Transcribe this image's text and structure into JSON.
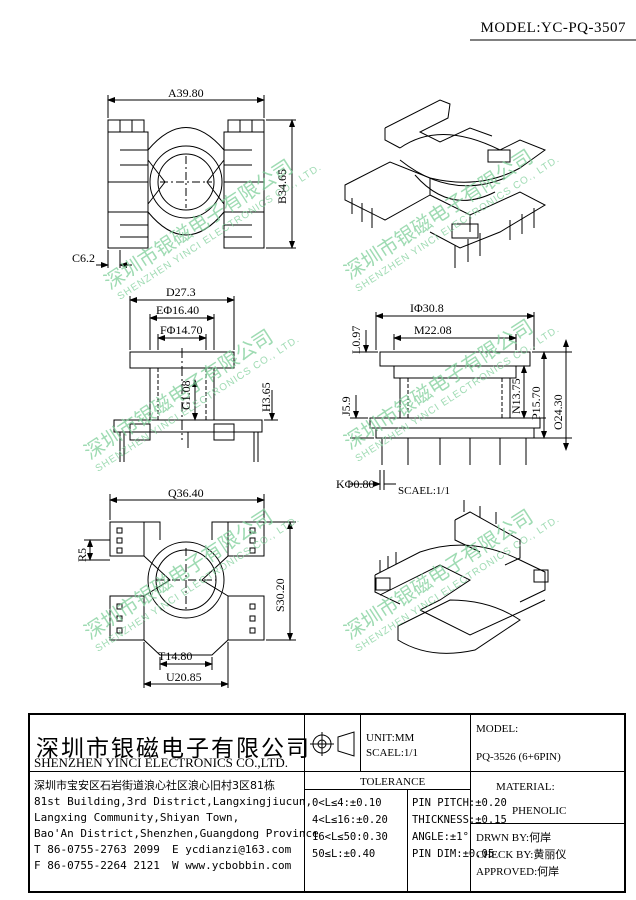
{
  "model_label": "MODEL:YC-PQ-3507",
  "watermark": {
    "cn": "深圳市银磁电子有限公司",
    "en": "SHENZHEN YINCI ELECTRONICS CO., LTD."
  },
  "dims": {
    "top": {
      "width": "A39.80",
      "height": "B34.65",
      "pin": "C6.2"
    },
    "front": {
      "outer": "D27.3",
      "e": "EΦ16.40",
      "f": "FΦ14.70",
      "g": "G1.08",
      "h": "H3.65"
    },
    "side": {
      "i": "IΦ30.8",
      "m": "M22.08",
      "l": "L0.97",
      "j": "J5.9",
      "n": "N13.75",
      "p": "P15.70",
      "o": "O24.30",
      "k": "KΦ0.80",
      "scale": "SCAEL:1/1"
    },
    "bottom": {
      "q": "Q36.40",
      "r": "R5",
      "s": "S30.20",
      "t": "T14.80",
      "u": "U20.85"
    }
  },
  "title_block": {
    "company_cn": "深圳市银磁电子有限公司",
    "company_en": "SHENZHEN YINCI ELECTRONICS CO.,LTD.",
    "address_cn": "深圳市宝安区石岩街道浪心社区浪心旧村3区81栋",
    "address_en": [
      "81st Building,3rd District,Langxingjiucun,",
      "Langxing Community,Shiyan Town,",
      "Bao'An District,Shenzhen,Guangdong Province"
    ],
    "tel": "T 86-0755-2763 2099",
    "fax": "F 86-0755-2264 2121",
    "email": "E ycdianzi@163.com",
    "web": "W www.ycbobbin.com",
    "unit": "UNIT:MM",
    "scale": "SCAEL:1/1",
    "model_header": "MODEL:",
    "model_value": "PQ-3526 (6+6PIN)",
    "tolerance_title": "TOLERANCE",
    "tolerance_left": [
      "0<L≤4:±0.10",
      "4<L≤16:±0.20",
      "16<L≤50:0.30",
      "50≤L:±0.40"
    ],
    "tolerance_right": [
      "PIN PITCH:±0.20",
      "THICKNESS:±0.15",
      "ANGLE:±1°",
      "PIN DIM:±0.05"
    ],
    "material_header": "MATERIAL:",
    "material_value": "PHENOLIC",
    "drawn_by": "DRWN BY:何岸",
    "check_by": "CHECK BY:黄丽仪",
    "approved": "APPROVED:何岸"
  }
}
